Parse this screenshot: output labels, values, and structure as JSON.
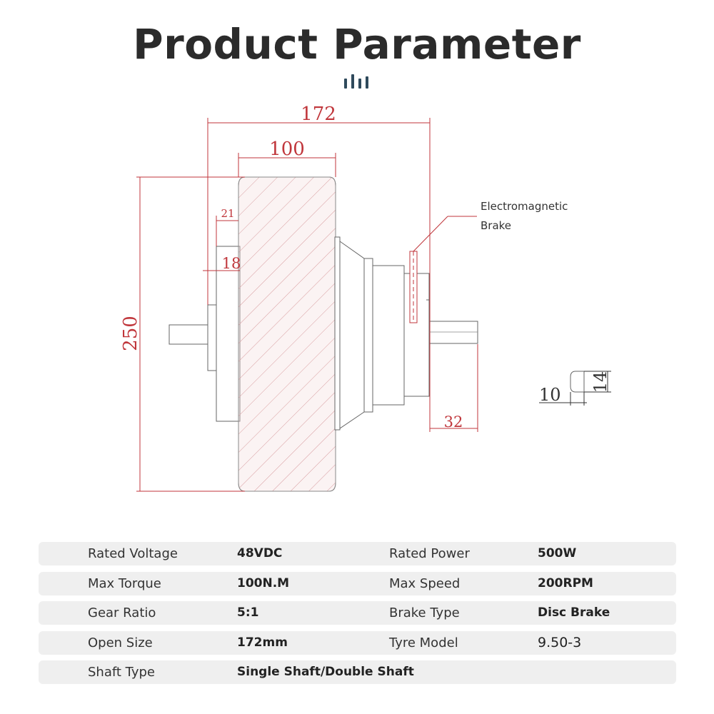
{
  "title": "Product Parameter",
  "accent_color": "#2f4a5c",
  "dimension_color": "#c0363b",
  "drawing": {
    "dims": {
      "overall_width": "172",
      "tyre_width": "100",
      "left_offset": "21",
      "flange": "18",
      "diameter": "250",
      "shaft_length": "32",
      "shaft_width": "10",
      "shaft_height": "14"
    },
    "callout": [
      "Electromagnetic",
      "Brake"
    ]
  },
  "specs": [
    {
      "k1": "Rated Voltage",
      "v1": "48VDC",
      "k2": "Rated Power",
      "v2": "500W"
    },
    {
      "k1": "Max Torque",
      "v1": "100N.M",
      "k2": "Max Speed",
      "v2": "200RPM"
    },
    {
      "k1": "Gear Ratio",
      "v1": "5:1",
      "k2": "Brake Type",
      "v2": "Disc Brake"
    },
    {
      "k1": "Open Size",
      "v1": "172mm",
      "k2": "Tyre Model",
      "v2": "9.50-3"
    },
    {
      "k1": "Shaft Type",
      "v1": "Single Shaft/Double Shaft",
      "k2": "",
      "v2": ""
    }
  ]
}
